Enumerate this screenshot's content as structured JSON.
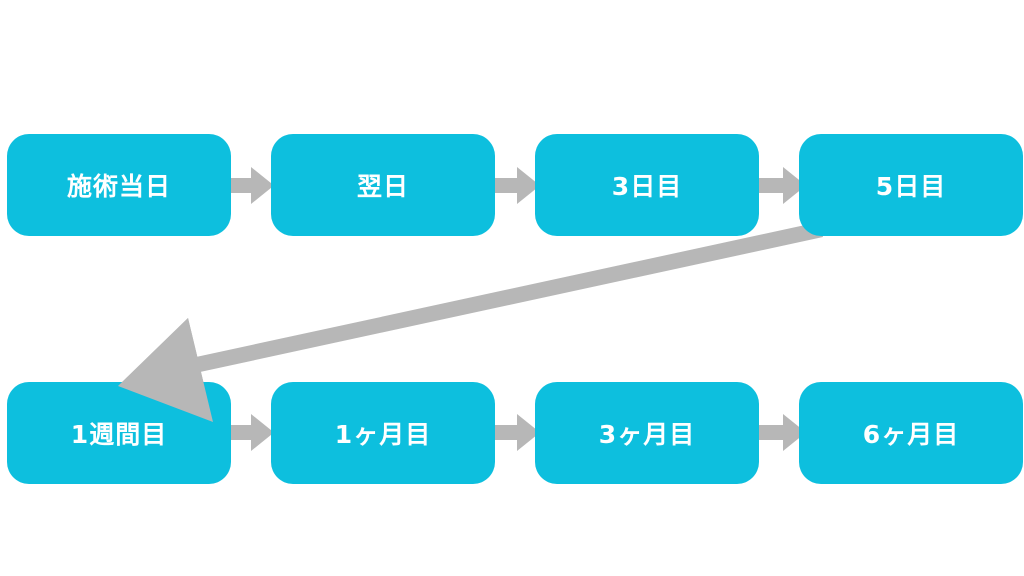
{
  "colors": {
    "box_fill": "#0DBFDE",
    "box_text": "#FFFFFF",
    "arrow": "#B7B7B7"
  },
  "steps": [
    {
      "label": "施術当日"
    },
    {
      "label": "翌日"
    },
    {
      "label": "3日目"
    },
    {
      "label": "5日目"
    },
    {
      "label": "1週間目"
    },
    {
      "label": "1ヶ月目"
    },
    {
      "label": "3ヶ月目"
    },
    {
      "label": "6ヶ月目"
    }
  ]
}
